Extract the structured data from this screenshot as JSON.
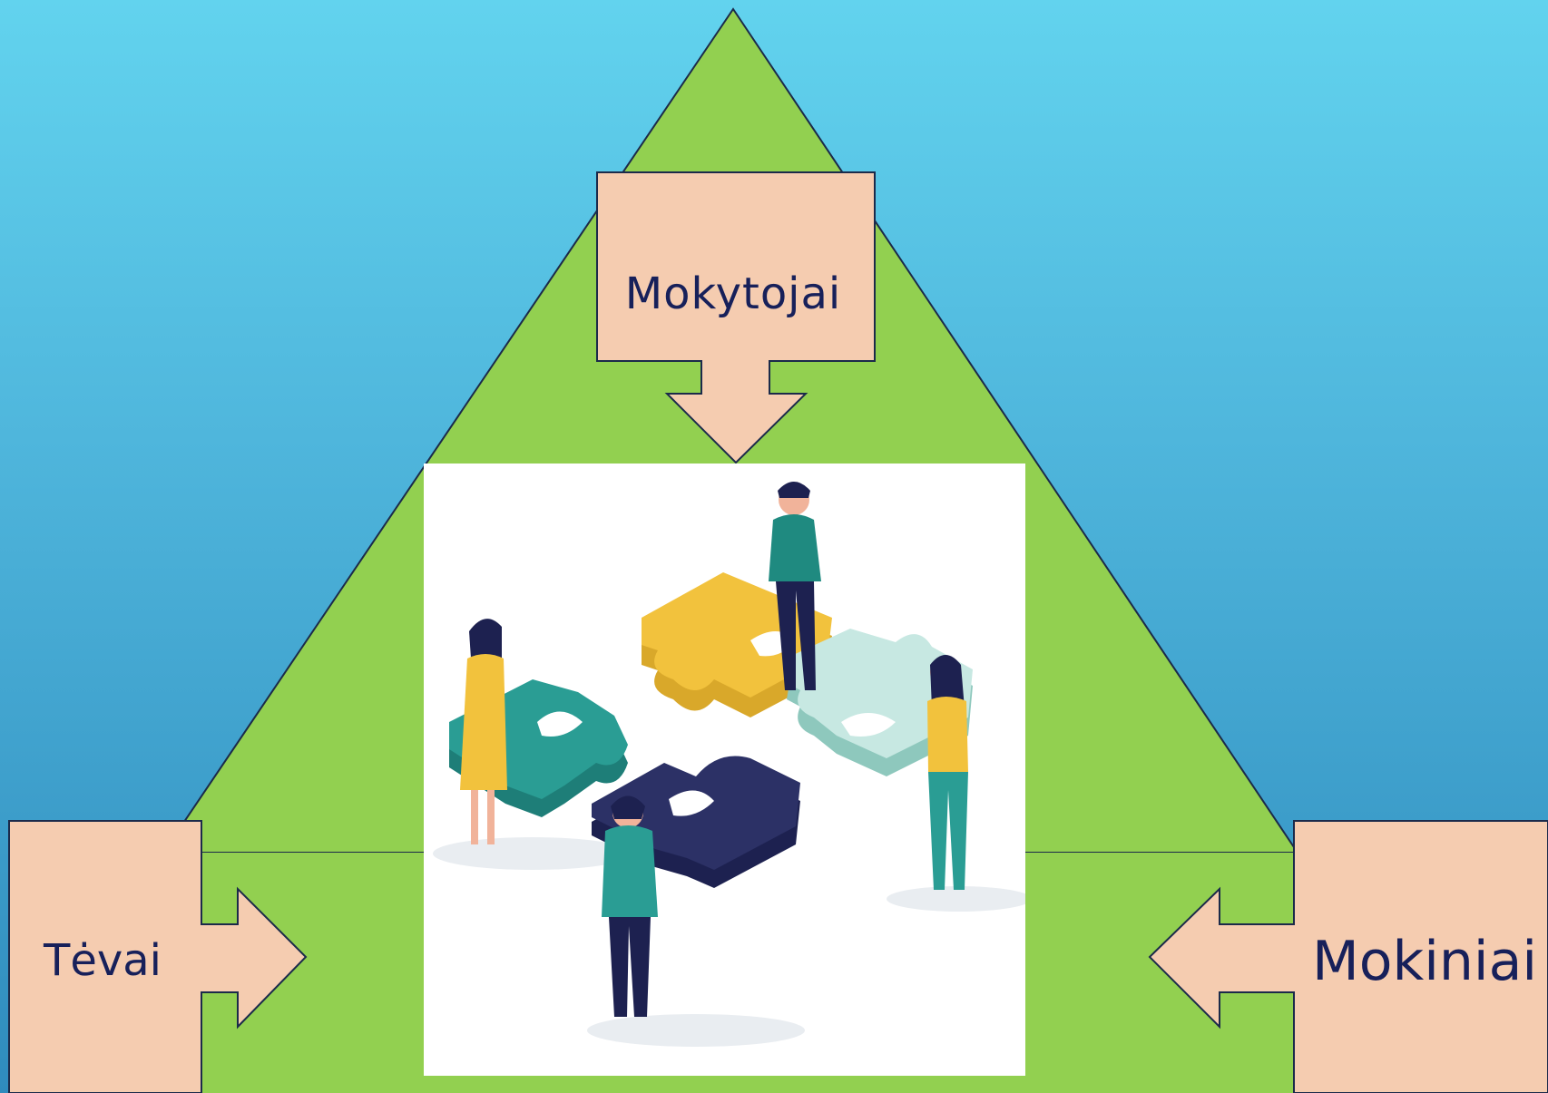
{
  "colors": {
    "background_top": "#62d3ee",
    "background_bottom": "#2f8bbd",
    "triangle": "#92d050",
    "box_fill": "#f5ccb0",
    "outline": "#1b2a4a",
    "text": "#17205a"
  },
  "diagram": {
    "top_node": {
      "label": "Mokytojai",
      "arrow": "down-arrow-icon"
    },
    "left_node": {
      "label": "Tėvai",
      "arrow": "right-arrow-icon"
    },
    "right_node": {
      "label": "Mokiniai",
      "arrow": "left-arrow-icon"
    },
    "center": {
      "image": "people-assembling-puzzle-illustration"
    }
  }
}
